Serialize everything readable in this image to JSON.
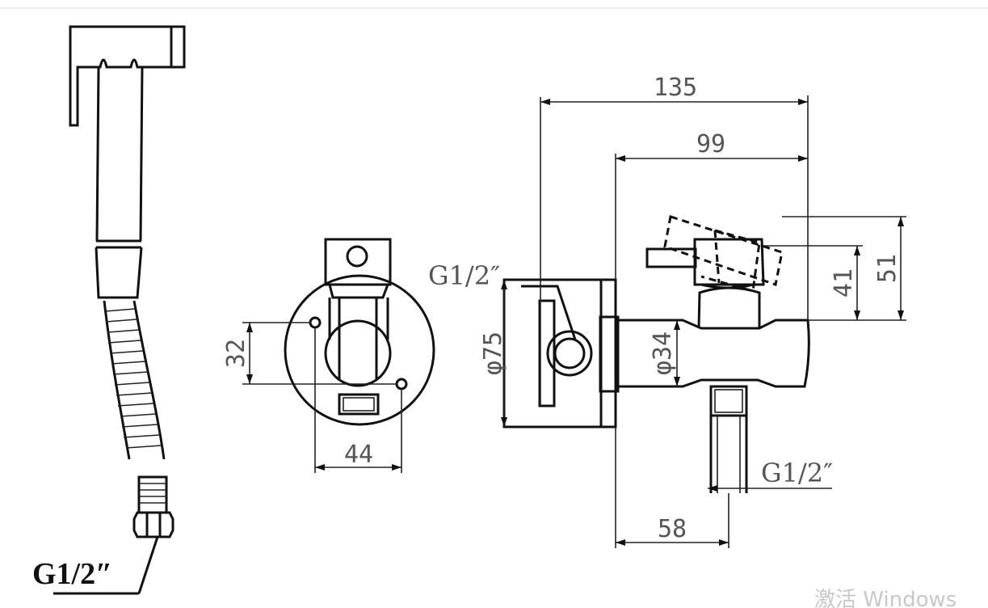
{
  "labels": {
    "thread_hand_shower": "G1/2″",
    "thread_left_body": "G1/2″",
    "thread_bottom_outlet": "G1/2″",
    "watermark": "激活 Windows"
  },
  "dimensions": {
    "width_total": "135",
    "width_body": "99",
    "height_lever_top": "41",
    "height_total": "51",
    "diameter_plate": "φ75",
    "diameter_body": "φ34",
    "hole_vertical": "32",
    "hole_horizontal": "44",
    "outlet_offset": "58"
  },
  "colors": {
    "line": "#111111",
    "dim_text": "#555555",
    "watermark": "#c8c8c8"
  }
}
